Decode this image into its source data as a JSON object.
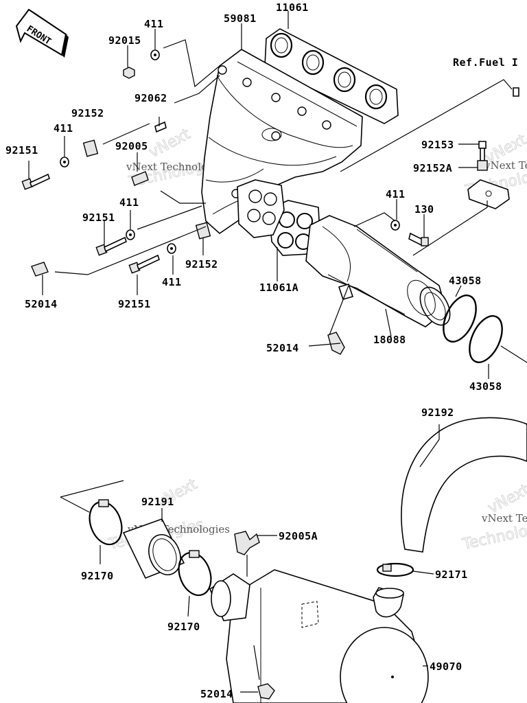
{
  "diagram": {
    "front_label": "FRONT",
    "ref_label": "Ref.Fuel I",
    "watermark": {
      "brand": "vNext Technologies",
      "big_line1": "vNext",
      "big_line2": "Technologies"
    },
    "part_numbers": {
      "p11061": "11061",
      "p59081": "59081",
      "p411_top": "411",
      "p92015": "92015",
      "p92062": "92062",
      "p92152_left": "92152",
      "p411_left": "411",
      "p92005": "92005",
      "p92151_left": "92151",
      "p411_mid": "411",
      "p92151_mid": "92151",
      "p52014_left": "52014",
      "p92151_low": "92151",
      "p411_low": "411",
      "p92152_mid": "92152",
      "p11061A": "11061A",
      "p92153": "92153",
      "p92152A": "92152A",
      "p411_right": "411",
      "p130": "130",
      "p43058_top": "43058",
      "p18088": "18088",
      "p52014_mid": "52014",
      "p43058_bot": "43058",
      "p92192": "92192",
      "p92191": "92191",
      "p92005A": "92005A",
      "p92170_left": "92170",
      "p92171": "92171",
      "p92170_mid": "92170",
      "p49070": "49070",
      "p52014_bot": "52014"
    }
  }
}
